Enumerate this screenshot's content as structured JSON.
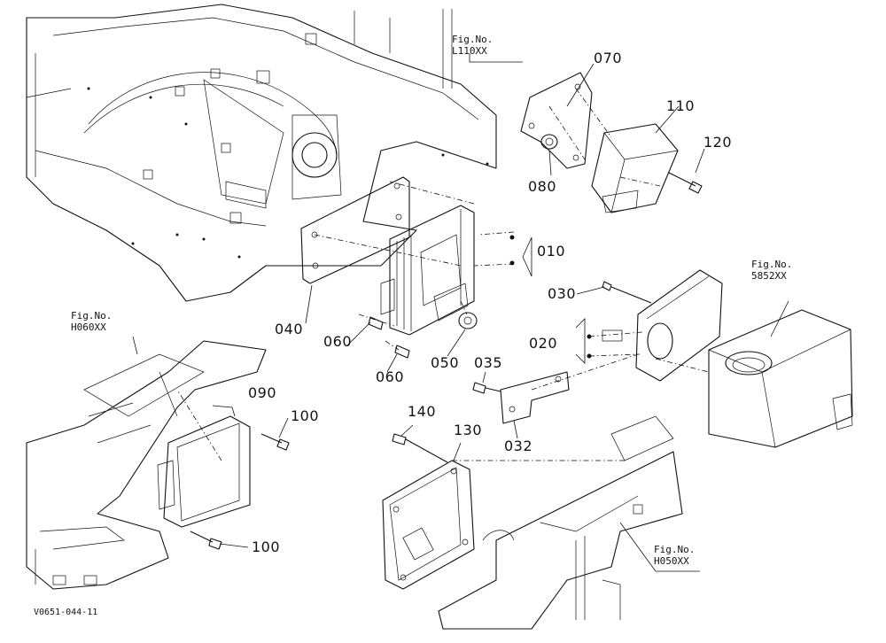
{
  "parts": {
    "p010": "010",
    "p020": "020",
    "p030": "030",
    "p032": "032",
    "p035": "035",
    "p040": "040",
    "p050": "050",
    "p060a": "060",
    "p060b": "060",
    "p070": "070",
    "p080": "080",
    "p090": "090",
    "p100a": "100",
    "p100b": "100",
    "p110": "110",
    "p120": "120",
    "p130": "130",
    "p140": "140"
  },
  "figrefs": {
    "l110": {
      "label": "Fig.No.",
      "code": "L110XX"
    },
    "h060": {
      "label": "Fig.No.",
      "code": "H060XX"
    },
    "s5852": {
      "label": "Fig.No.",
      "code": "5852XX"
    },
    "h050": {
      "label": "Fig.No.",
      "code": "H050XX"
    }
  },
  "drawing_code": "V0651-044-11"
}
